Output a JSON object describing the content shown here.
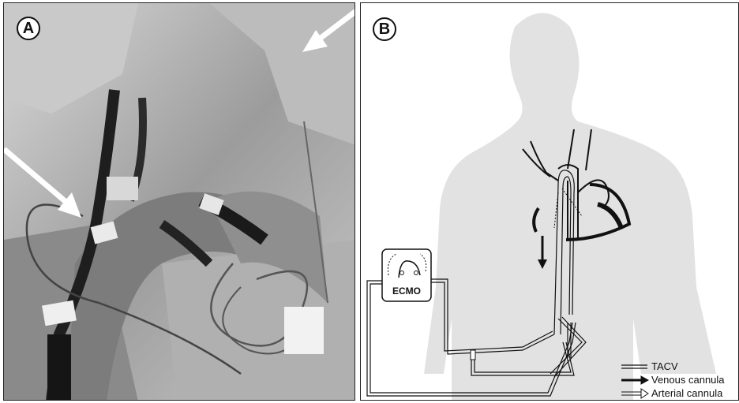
{
  "panel_a": {
    "label": "A"
  },
  "panel_b": {
    "label": "B",
    "ecmo_label": "ECMO",
    "legend": [
      {
        "label": "TACV",
        "style": "double-line"
      },
      {
        "label": "Venous cannula",
        "style": "solid-arrow"
      },
      {
        "label": "Arterial cannula",
        "style": "open-arrow"
      }
    ]
  },
  "colors": {
    "photo_bg": "#9a9a9a",
    "silhouette": "#e2e2e2",
    "ink": "#111111"
  }
}
